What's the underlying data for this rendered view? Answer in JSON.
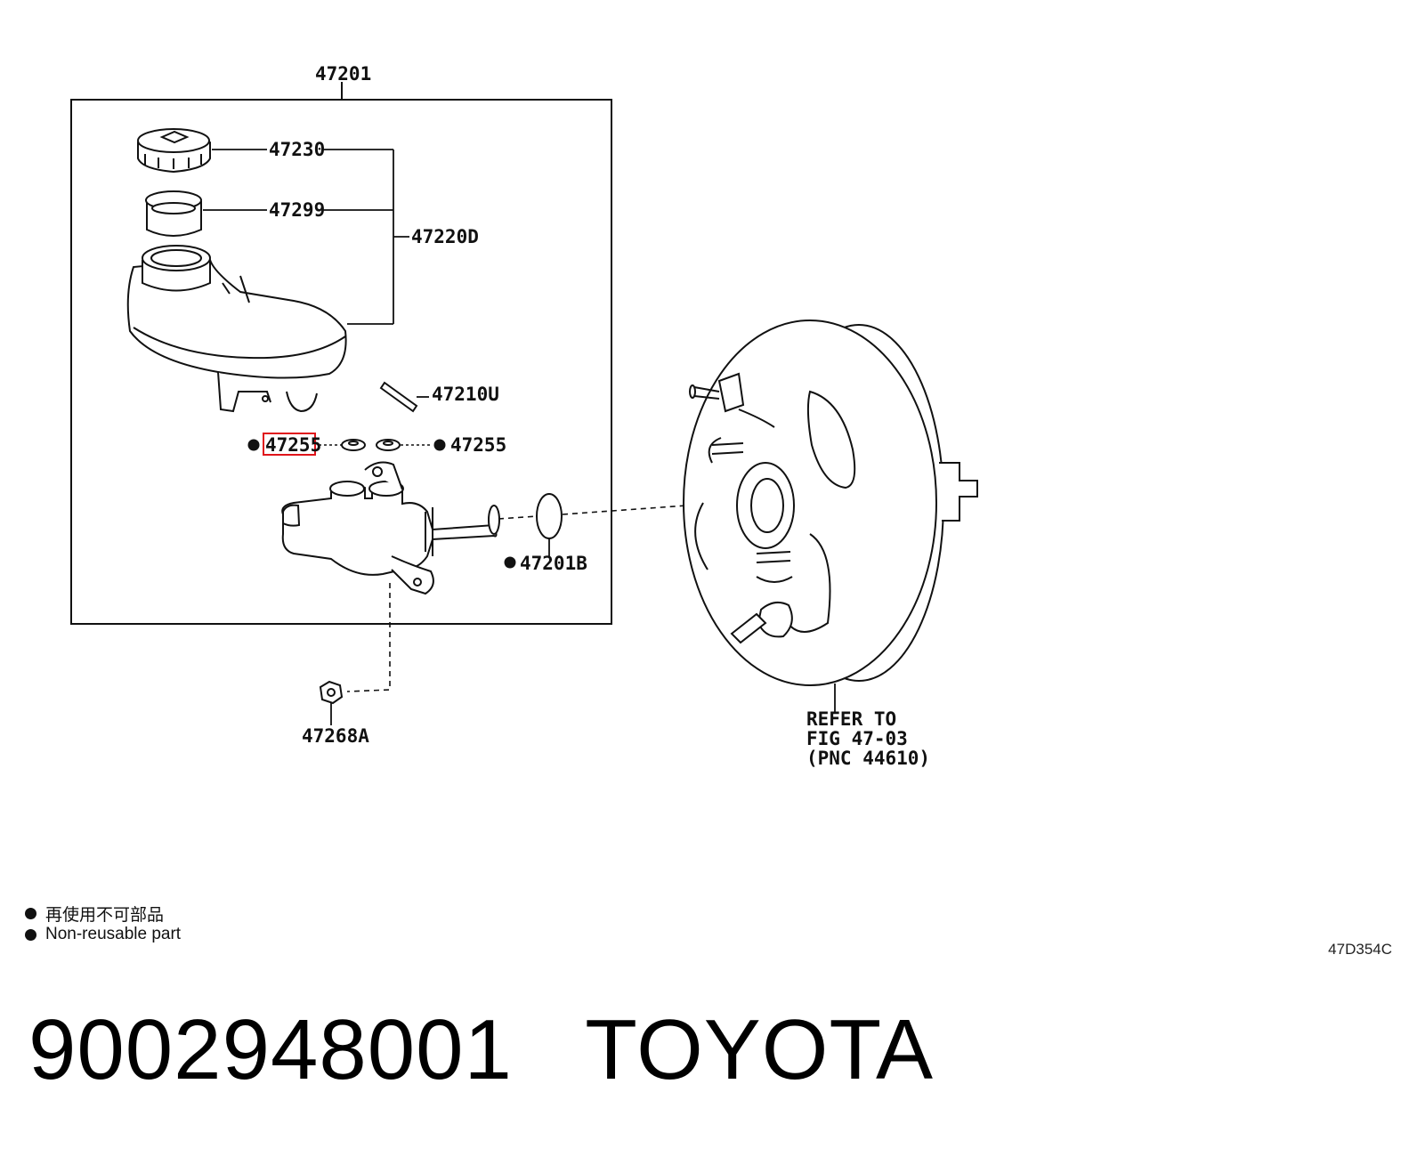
{
  "diagram": {
    "labels": {
      "assembly": "47201",
      "cap": "47230",
      "strainer": "47299",
      "reservoir": "47220D",
      "pin": "47210U",
      "grommet_left": "47255",
      "grommet_right": "47255",
      "oring": "47201B",
      "nut": "47268A",
      "refer_line1": "REFER TO",
      "refer_line2": "FIG 47-03",
      "refer_line3": "(PNC 44610)"
    },
    "highlight_color": "#e0141a",
    "line_color": "#111111"
  },
  "legend": {
    "items": [
      {
        "icon": "filled-circle-icon",
        "text": "再使用不可部品"
      },
      {
        "icon": "filled-circle-icon",
        "text": "Non-reusable part"
      }
    ]
  },
  "figure_code": "47D354C",
  "footer": {
    "title": "9002948001   TOYOTA"
  }
}
